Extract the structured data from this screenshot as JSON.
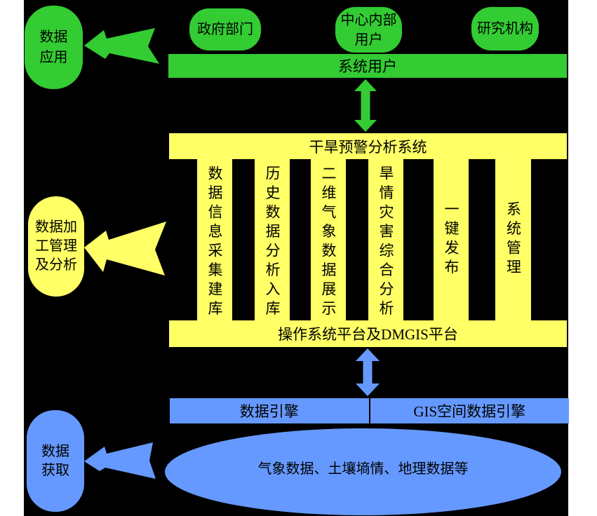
{
  "colors": {
    "green": "#33cc33",
    "yellow": "#ffff66",
    "blue": "#6699ff",
    "canvas_background": "#000000",
    "page_background": "#ffffff",
    "text": "#000000"
  },
  "left_nodes": {
    "data_application": [
      "数据",
      "应用"
    ],
    "data_processing": [
      "数据加",
      "工管理",
      "及分析"
    ],
    "data_acquisition": [
      "数据",
      "获取"
    ]
  },
  "top": {
    "government": "政府部门",
    "center_users": [
      "中心内部",
      "用户"
    ],
    "research": "研究机构",
    "system_users_bar": "系统用户"
  },
  "middle": {
    "analysis_bar": "干旱预警分析系统",
    "columns": [
      "数据信息采集建库",
      "历史数据分析入库",
      "二维气象数据展示",
      "旱情灾害综合分析",
      "一键发布",
      "系统管理"
    ],
    "platform_bar": "操作系统平台及DMGIS平台"
  },
  "bottom": {
    "engine_left": "数据引擎",
    "engine_right": "GIS空间数据引擎",
    "data_sources": "气象数据、土壤墒情、地理数据等"
  }
}
